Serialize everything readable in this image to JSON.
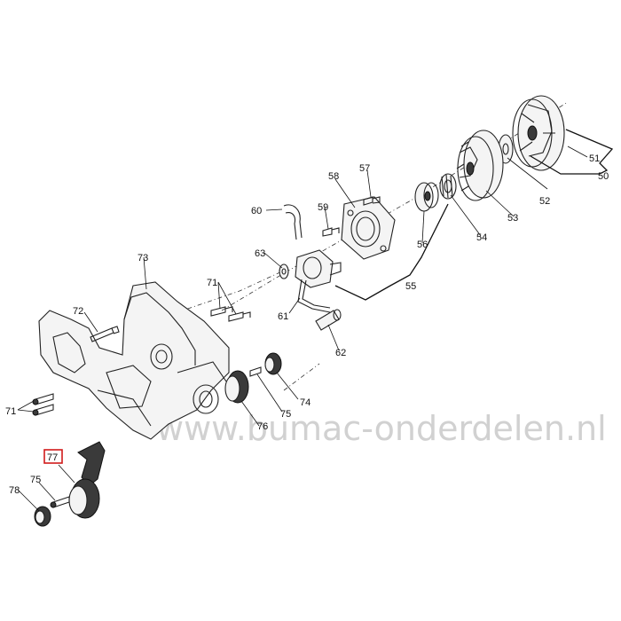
{
  "watermark": "www.bumac-onderdelen.nl",
  "highlight_color": "#d11a1a",
  "highlighted_part": "77",
  "labels": {
    "p50": "50",
    "p51": "51",
    "p52": "52",
    "p53": "53",
    "p54": "54",
    "p55": "55",
    "p56": "56",
    "p57": "57",
    "p58": "58",
    "p59": "59",
    "p60": "60",
    "p61": "61",
    "p62": "62",
    "p63": "63",
    "p71a": "71",
    "p71b": "71",
    "p72": "72",
    "p73": "73",
    "p74": "74",
    "p75a": "75",
    "p75b": "75",
    "p76": "76",
    "p77": "77",
    "p78": "78"
  }
}
